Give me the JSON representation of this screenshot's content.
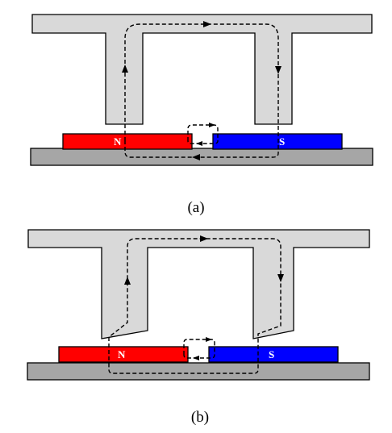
{
  "panels": [
    {
      "caption": "(a)",
      "north_label": "N",
      "south_label": "S"
    },
    {
      "caption": "(b)",
      "north_label": "N",
      "south_label": "S"
    }
  ],
  "colors": {
    "core": "#d9d9d9",
    "base": "#a6a6a6",
    "north_magnet": "#ff0000",
    "south_magnet": "#0000ff"
  }
}
